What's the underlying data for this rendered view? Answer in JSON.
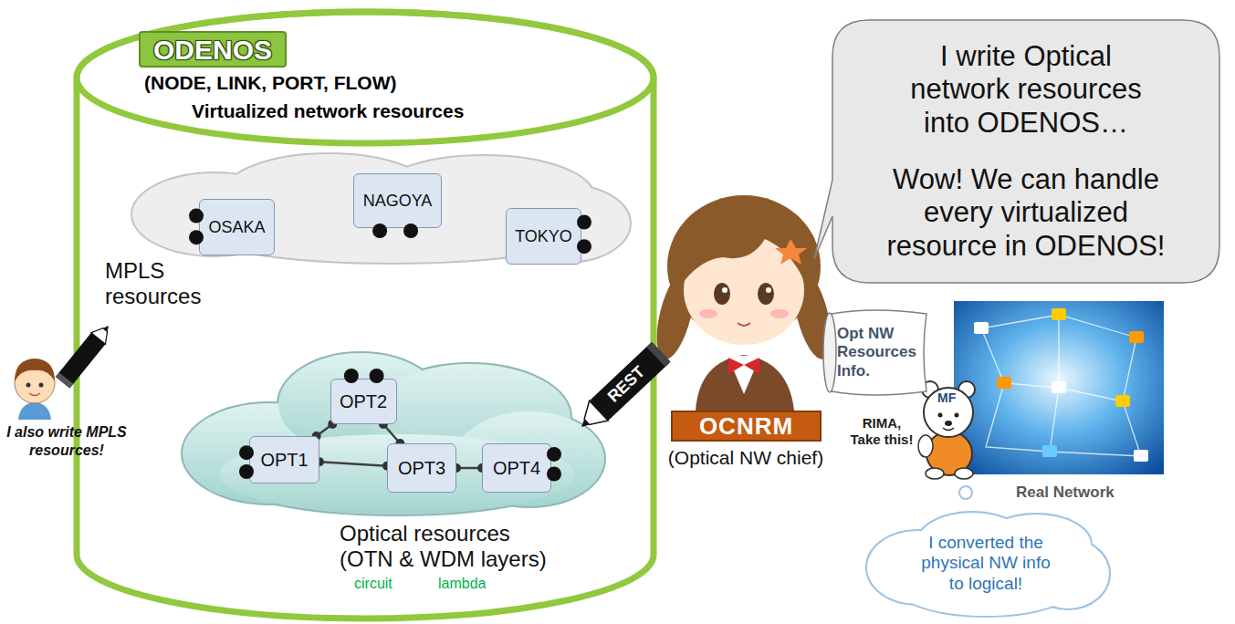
{
  "diagram": {
    "nodes": [
      {
        "text": [
          "(NODE, LINK, PORT, FLOW)",
          "Virtualized network resources"
        ]
      },
      {
        "text": [
          "ODENOS"
        ],
        "in": 0
      },
      {
        "text": [
          "MPLS resources"
        ],
        "in": 0
      },
      {
        "text": [
          "OSAKA"
        ],
        "in": 2
      },
      {
        "text": [
          "NAGOYA"
        ],
        "in": 2
      },
      {
        "text": [
          "TOKYO"
        ],
        "in": 2
      },
      {
        "text": [
          "Optical resources (OTN & WDM layers)"
        ],
        "in": 0
      },
      {
        "text": [
          "OPT2"
        ],
        "in": 6
      },
      {
        "text": [
          "OPT1"
        ],
        "in": 6
      },
      {
        "text": [
          "OPT3"
        ],
        "in": 6
      },
      {
        "text": [
          "OPT4"
        ],
        "in": 6
      },
      {
        "text": [
          "I write Optical network resources into ODENOS…",
          "Wow! We can handle every virtualized resource in ODENOS!"
        ]
      },
      {
        "text": [
          "OCNRM"
        ]
      },
      {
        "text": [
          "Opt NW Resources Info."
        ]
      },
      {
        "text": [
          "I converted the physical NW info to logical!"
        ]
      }
    ],
    "edges": [
      {
        "from": 8,
        "to": 7,
        "arrow": "none"
      },
      {
        "from": 7,
        "to": 9,
        "arrow": "none"
      },
      {
        "from": 8,
        "to": 9,
        "arrow": "none"
      },
      {
        "from": 9,
        "to": 10,
        "arrow": "none"
      }
    ],
    "labels": [
      "I also write MPLS resources!",
      "REST",
      "circuit",
      "lambda",
      "(Optical NW chief)",
      "RIMA, Take this!",
      "MF",
      "Real Network"
    ]
  }
}
